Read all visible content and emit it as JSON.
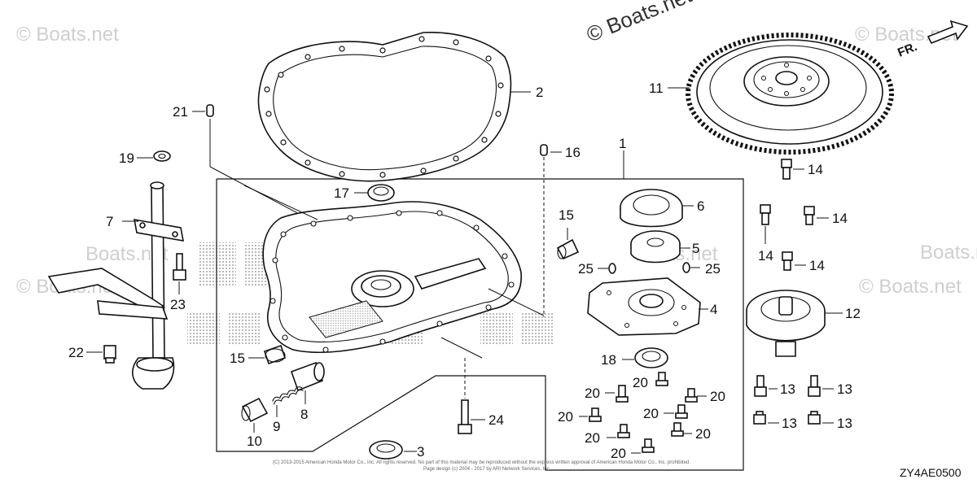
{
  "watermarks": {
    "top_left": "© Boats.net",
    "top_center": "© Boats.net",
    "top_right": "© Boats.net",
    "right_mid": "© Boats.net",
    "left_mid": "© Boats.net",
    "center_left": "Boats.net",
    "center_right": "Boats.net",
    "right_low": "Boats.net"
  },
  "front_indicator": "FR.",
  "diagram_code": "ZY4AE0500",
  "copyright_line1": "(C) 2013-2015 American Honda Motor Co., Inc. All rights reserved. No part of this material may be reproduced without the express written approval of American Honda Motor Co., Inc. prohibited.",
  "copyright_line2": "Page design (c) 2004 - 2017 by ARI Network Services, Inc.",
  "callouts": {
    "c1": "1",
    "c2": "2",
    "c3": "3",
    "c4": "4",
    "c5": "5",
    "c6": "6",
    "c7": "7",
    "c8": "8",
    "c9": "9",
    "c10": "10",
    "c11": "11",
    "c12": "12",
    "c13a": "13",
    "c13b": "13",
    "c13c": "13",
    "c13d": "13",
    "c14a": "14",
    "c14b": "14",
    "c14c": "14",
    "c14d": "14",
    "c15a": "15",
    "c15b": "15",
    "c16": "16",
    "c17": "17",
    "c18": "18",
    "c19": "19",
    "c20a": "20",
    "c20b": "20",
    "c20c": "20",
    "c20d": "20",
    "c20e": "20",
    "c20f": "20",
    "c20g": "20",
    "c21": "21",
    "c22": "22",
    "c23": "23",
    "c24": "24",
    "c25a": "25",
    "c25b": "25"
  }
}
